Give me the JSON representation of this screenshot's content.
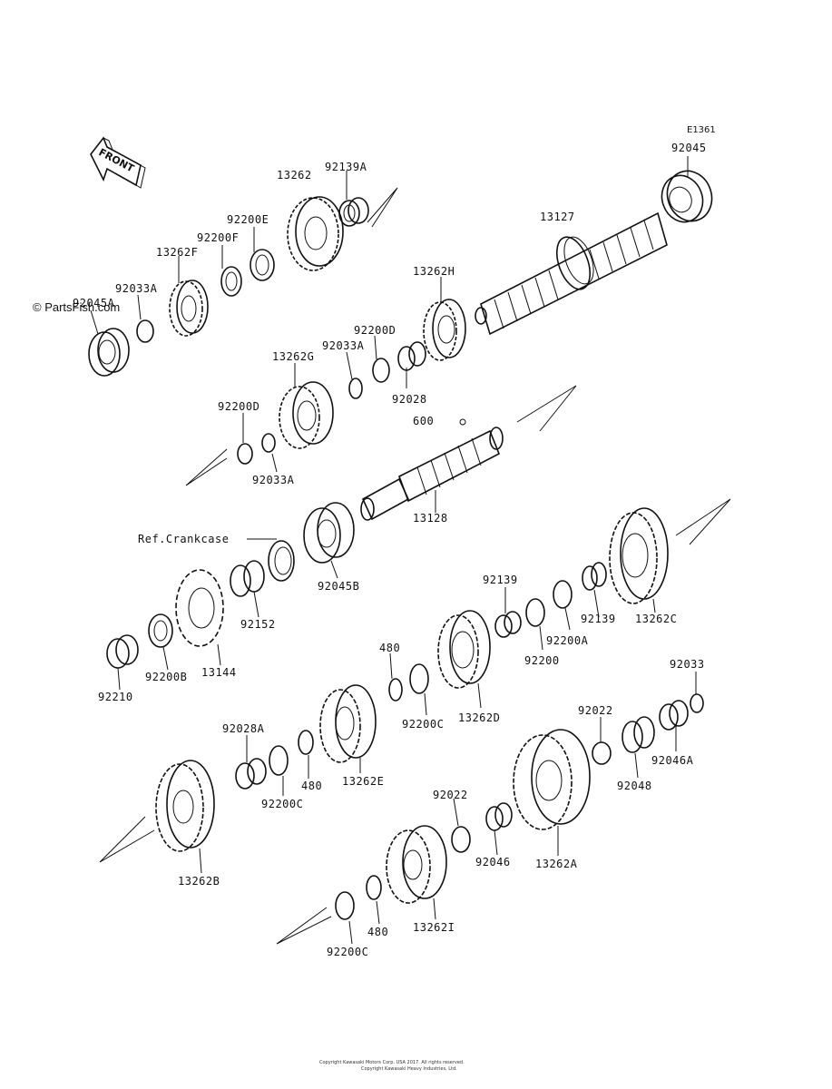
{
  "diagram": {
    "drawing_code": "E1361",
    "watermark": "© PartsFish.com",
    "front_marker": "FRONT",
    "reference": "Ref.Crankcase",
    "parts": [
      {
        "id": "p1",
        "label": "92045"
      },
      {
        "id": "p2",
        "label": "13127"
      },
      {
        "id": "p3",
        "label": "13262"
      },
      {
        "id": "p4",
        "label": "92139A"
      },
      {
        "id": "p5",
        "label": "92200E"
      },
      {
        "id": "p6",
        "label": "92200F"
      },
      {
        "id": "p7",
        "label": "13262F"
      },
      {
        "id": "p8",
        "label": "92033A"
      },
      {
        "id": "p9",
        "label": "92045A"
      },
      {
        "id": "p10",
        "label": "13262H"
      },
      {
        "id": "p11",
        "label": "92200D"
      },
      {
        "id": "p12",
        "label": "92033A"
      },
      {
        "id": "p13",
        "label": "13262G"
      },
      {
        "id": "p14",
        "label": "92028"
      },
      {
        "id": "p15",
        "label": "600"
      },
      {
        "id": "p16",
        "label": "92200D"
      },
      {
        "id": "p17",
        "label": "92033A"
      },
      {
        "id": "p18",
        "label": "13128"
      },
      {
        "id": "p19",
        "label": "92045B"
      },
      {
        "id": "p20",
        "label": "92152"
      },
      {
        "id": "p21",
        "label": "13144"
      },
      {
        "id": "p22",
        "label": "92200B"
      },
      {
        "id": "p23",
        "label": "92210"
      },
      {
        "id": "p24",
        "label": "92139"
      },
      {
        "id": "p25",
        "label": "92200"
      },
      {
        "id": "p26",
        "label": "92200A"
      },
      {
        "id": "p27",
        "label": "92139"
      },
      {
        "id": "p28",
        "label": "13262C"
      },
      {
        "id": "p29",
        "label": "480"
      },
      {
        "id": "p30",
        "label": "92200C"
      },
      {
        "id": "p31",
        "label": "13262D"
      },
      {
        "id": "p32",
        "label": "92033"
      },
      {
        "id": "p33",
        "label": "92028A"
      },
      {
        "id": "p34",
        "label": "480"
      },
      {
        "id": "p35",
        "label": "92200C"
      },
      {
        "id": "p36",
        "label": "13262E"
      },
      {
        "id": "p37",
        "label": "92022"
      },
      {
        "id": "p38",
        "label": "92048"
      },
      {
        "id": "p39",
        "label": "92046A"
      },
      {
        "id": "p40",
        "label": "92022"
      },
      {
        "id": "p41",
        "label": "92046"
      },
      {
        "id": "p42",
        "label": "13262A"
      },
      {
        "id": "p43",
        "label": "13262B"
      },
      {
        "id": "p44",
        "label": "480"
      },
      {
        "id": "p45",
        "label": "13262I"
      },
      {
        "id": "p46",
        "label": "92200C"
      }
    ],
    "footer_line1": "Copyright Kawasaki Motors Corp. USA 2017. All rights reserved.",
    "footer_line2": "Copyright Kawasaki Heavy Industries, Ltd."
  }
}
